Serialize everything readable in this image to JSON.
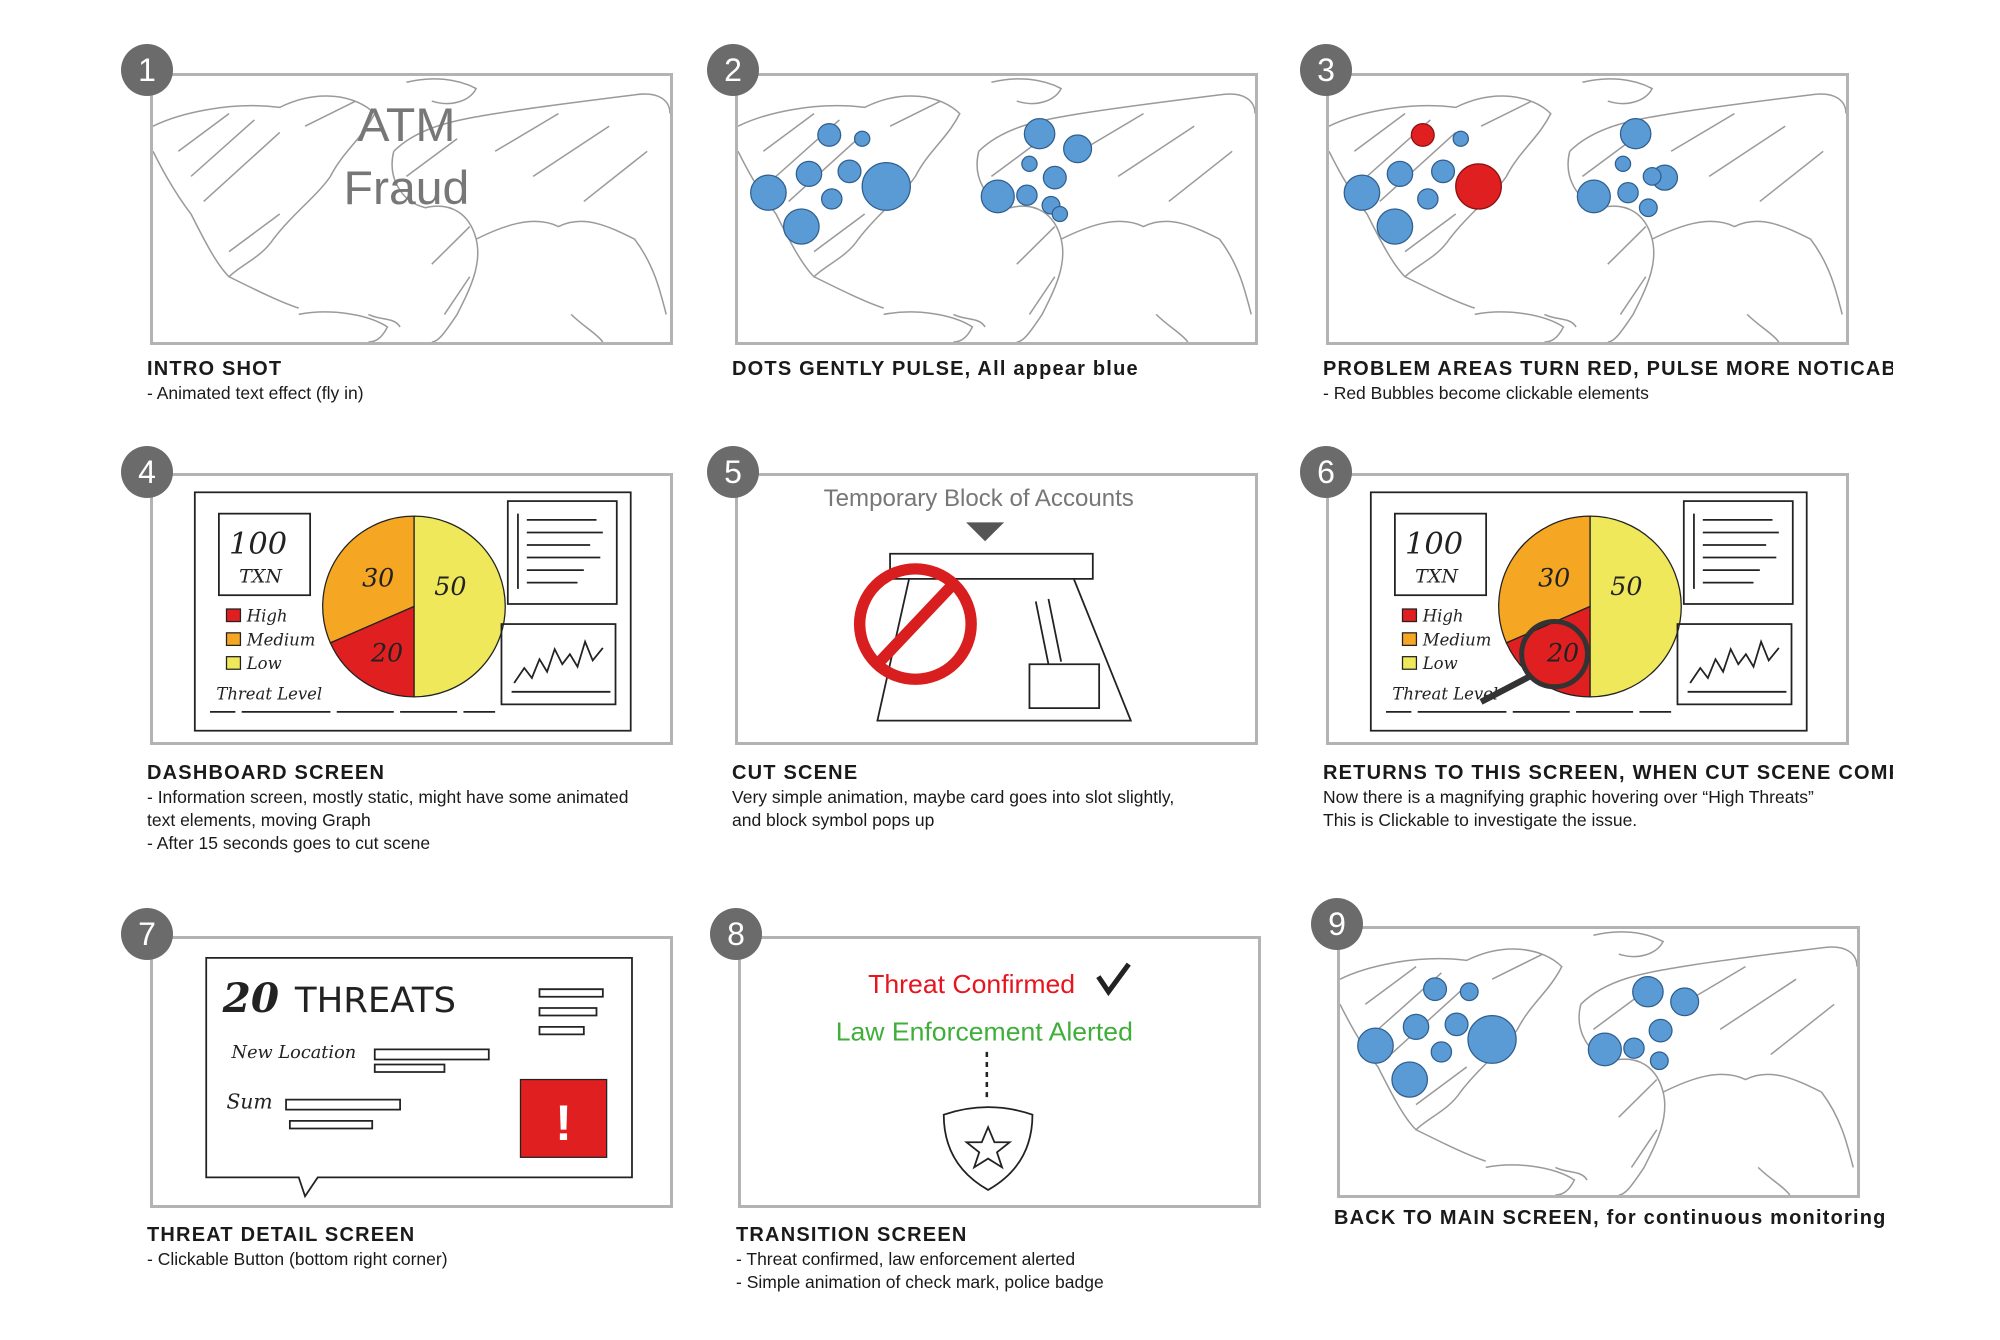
{
  "frames": [
    {
      "number": "1",
      "title": "INTRO SHOT",
      "lines": [
        "- Animated text effect (fly in)"
      ],
      "overlay": [
        "ATM",
        "Fraud"
      ]
    },
    {
      "number": "2",
      "title": "DOTS GENTLY PULSE, All appear blue",
      "lines": []
    },
    {
      "number": "3",
      "title": "PROBLEM AREAS TURN RED, PULSE MORE NOTICABLY",
      "lines": [
        "- Red Bubbles become clickable elements"
      ]
    },
    {
      "number": "4",
      "title": "DASHBOARD SCREEN",
      "lines": [
        "- Information screen, mostly static, might have some animated",
        "text elements, moving Graph",
        "- After 15 seconds goes to cut scene"
      ]
    },
    {
      "number": "5",
      "title": "CUT SCENE",
      "lines": [
        "Very simple animation, maybe card goes into slot slightly,",
        "and block symbol pops up"
      ],
      "overlay": [
        "Temporary Block of Accounts"
      ]
    },
    {
      "number": "6",
      "title": "RETURNS TO THIS SCREEN, WHEN CUT SCENE COMPLETE",
      "lines": [
        "Now there is a magnifying graphic hovering over “High Threats”",
        "This is Clickable to investigate the issue."
      ]
    },
    {
      "number": "7",
      "title": "THREAT DETAIL SCREEN",
      "lines": [
        "- Clickable Button (bottom right corner)"
      ],
      "overlay": [
        "20",
        "THREATS",
        "New Location",
        "Sum",
        "!"
      ]
    },
    {
      "number": "8",
      "title": "TRANSITION SCREEN",
      "lines": [
        "- Threat confirmed, law enforcement alerted",
        "- Simple animation of check mark, police badge"
      ],
      "overlay": [
        "Threat Confirmed",
        "Law Enforcement Alerted"
      ]
    },
    {
      "number": "9",
      "title": "BACK TO MAIN SCREEN, for continuous monitoring",
      "lines": []
    }
  ],
  "dashboard": {
    "count": "100",
    "count_label": "TXN",
    "slices": {
      "medium": "30",
      "low": "50",
      "high": "20"
    },
    "legend": [
      "High",
      "Medium",
      "Low"
    ],
    "legend_title": "Threat Level"
  },
  "colors": {
    "blue_bubble": "#5b9bd5",
    "red_bubble": "#e02020",
    "high": "#e02020",
    "medium": "#f5a623",
    "low": "#efe85a",
    "confirmed": "#e8141e",
    "alerted": "#3fae3a"
  }
}
